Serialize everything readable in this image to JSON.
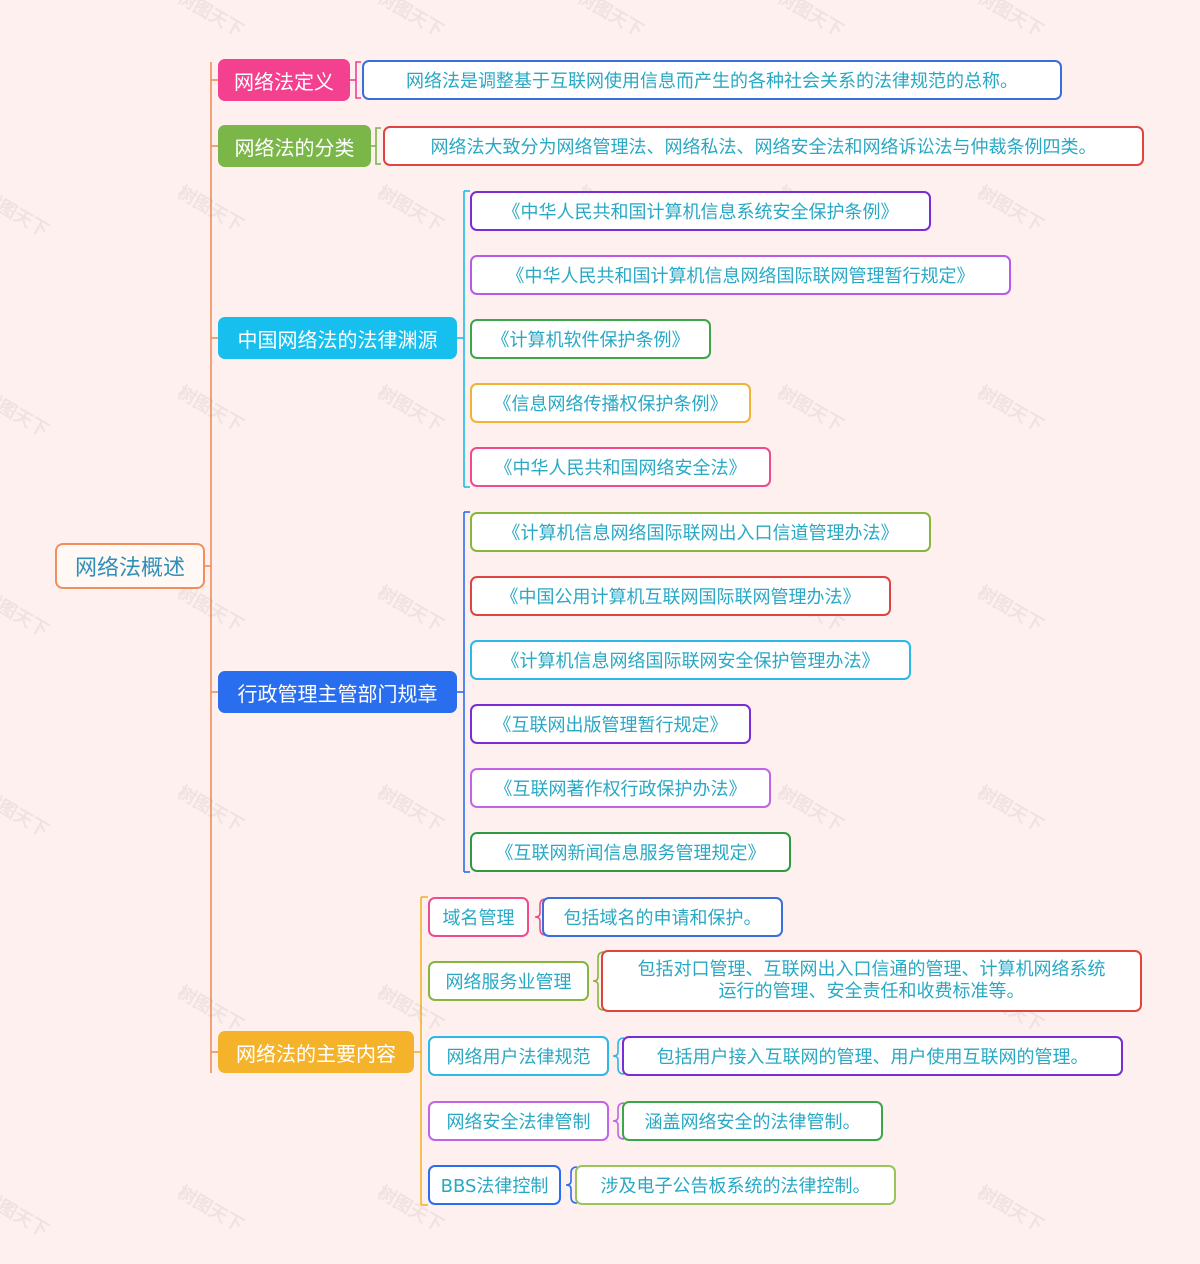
{
  "root": {
    "label": "网络法概述"
  },
  "categories": [
    {
      "label": "网络法定义",
      "color": "#f3408f"
    },
    {
      "label": "网络法的分类",
      "color": "#7ab648"
    },
    {
      "label": "中国网络法的法律渊源",
      "color": "#17bfef"
    },
    {
      "label": "行政管理主管部门规章",
      "color": "#2a6ef0"
    },
    {
      "label": "网络法的主要内容",
      "color": "#f5b32b"
    }
  ],
  "definition": {
    "text": "网络法是调整基于互联网使用信息而产生的各种社会关系的法律规范的总称。",
    "color": "#3a6ed8"
  },
  "classification": {
    "text": "网络法大致分为网络管理法、网络私法、网络安全法和网络诉讼法与仲裁条例四类。",
    "color": "#e0443e"
  },
  "sources": [
    {
      "text": "《中华人民共和国计算机信息系统安全保护条例》",
      "color": "#7a2cd6"
    },
    {
      "text": "《中华人民共和国计算机信息网络国际联网管理暂行规定》",
      "color": "#b75ae8"
    },
    {
      "text": "《计算机软件保护条例》",
      "color": "#3aa84a"
    },
    {
      "text": "《信息网络传播权保护条例》",
      "color": "#f2b233"
    },
    {
      "text": "《中华人民共和国网络安全法》",
      "color": "#ee4b8c"
    }
  ],
  "regulations": [
    {
      "text": "《计算机信息网络国际联网出入口信道管理办法》",
      "color": "#86b63c"
    },
    {
      "text": "《中国公用计算机互联网国际联网管理办法》",
      "color": "#e0443e"
    },
    {
      "text": "《计算机信息网络国际联网安全保护管理办法》",
      "color": "#2cb8e8"
    },
    {
      "text": "《互联网出版管理暂行规定》",
      "color": "#7a2cd6"
    },
    {
      "text": "《互联网著作权行政保护办法》",
      "color": "#c264e8"
    },
    {
      "text": "《互联网新闻信息服务管理规定》",
      "color": "#2f9a44"
    }
  ],
  "contents": [
    {
      "label": "域名管理",
      "label_color": "#ee4b8c",
      "desc": "包括域名的申请和保护。",
      "desc_color": "#3a6ed8"
    },
    {
      "label": "网络服务业管理",
      "label_color": "#86b63c",
      "desc_lines": [
        "包括对口管理、互联网出入口信通的管理、计算机网络系统",
        "运行的管理、安全责任和收费标准等。"
      ],
      "desc_color": "#e0443e"
    },
    {
      "label": "网络用户法律规范",
      "label_color": "#2cb8e8",
      "desc": "包括用户接入互联网的管理、用户使用互联网的管理。",
      "desc_color": "#7a2cd6"
    },
    {
      "label": "网络安全法律管制",
      "label_color": "#c264e8",
      "desc": "涵盖网络安全的法律管制。",
      "desc_color": "#3aa84a"
    },
    {
      "label": "BBS法律控制",
      "label_color": "#2a6ef0",
      "desc": "涉及电子公告板系统的法律控制。",
      "desc_color": "#9bc55a"
    }
  ],
  "watermark": "树图天下"
}
